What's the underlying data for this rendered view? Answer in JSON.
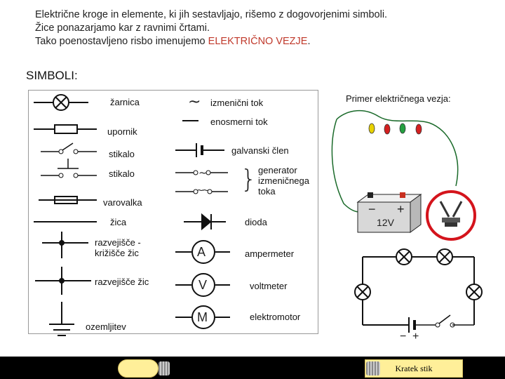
{
  "intro": {
    "line1": "Električne kroge in elemente, ki jih sestavljajo, rišemo z dogovorjenimi simboli.",
    "line2": "Žice ponazarjamo kar z ravnimi črtami.",
    "line3_prefix": "Tako poenostavljeno risbo imenujemo ",
    "line3_highlight": "ELEKTRIČNO VEZJE",
    "line3_suffix": "."
  },
  "heading": "SIMBOLI:",
  "symbols_left": {
    "zarnica": "žarnica",
    "upornik": "upornik",
    "stikalo_open": "stikalo",
    "stikalo_push": "stikalo",
    "varovalka": "varovalka",
    "zica": "žica",
    "razvejisce_krizisce": "razvejišče - križišče žic",
    "razvejisce": "razvejišče žic",
    "ozemljitev": "ozemljitev"
  },
  "symbols_right": {
    "ac_symbol": "~",
    "izmenicni": "izmenični tok",
    "enosmerni": "enosmerni tok",
    "galvanski": "galvanski člen",
    "generator_brace": "}",
    "generator": "generator izmeničnega toka",
    "gen_tilde": "~",
    "gen_tilde2": "~~",
    "dioda": "dioda",
    "ampermeter_letter": "A",
    "ampermeter": "ampermeter",
    "voltmeter_letter": "V",
    "voltmeter": "voltmeter",
    "elektromotor_letter": "M",
    "elektromotor": "elektromotor"
  },
  "example": {
    "title": "Primer električnega vezja:",
    "battery_minus": "−",
    "battery_plus": "+",
    "battery_label": "12V",
    "circuit_minus": "−",
    "circuit_plus": "+"
  },
  "nav": {
    "button_label": "Kratek stik"
  },
  "colors": {
    "highlight": "#c0392b",
    "battery_body": "#d8d8d8",
    "red_circle": "#d4141c",
    "nav_button": "#ffef99"
  }
}
